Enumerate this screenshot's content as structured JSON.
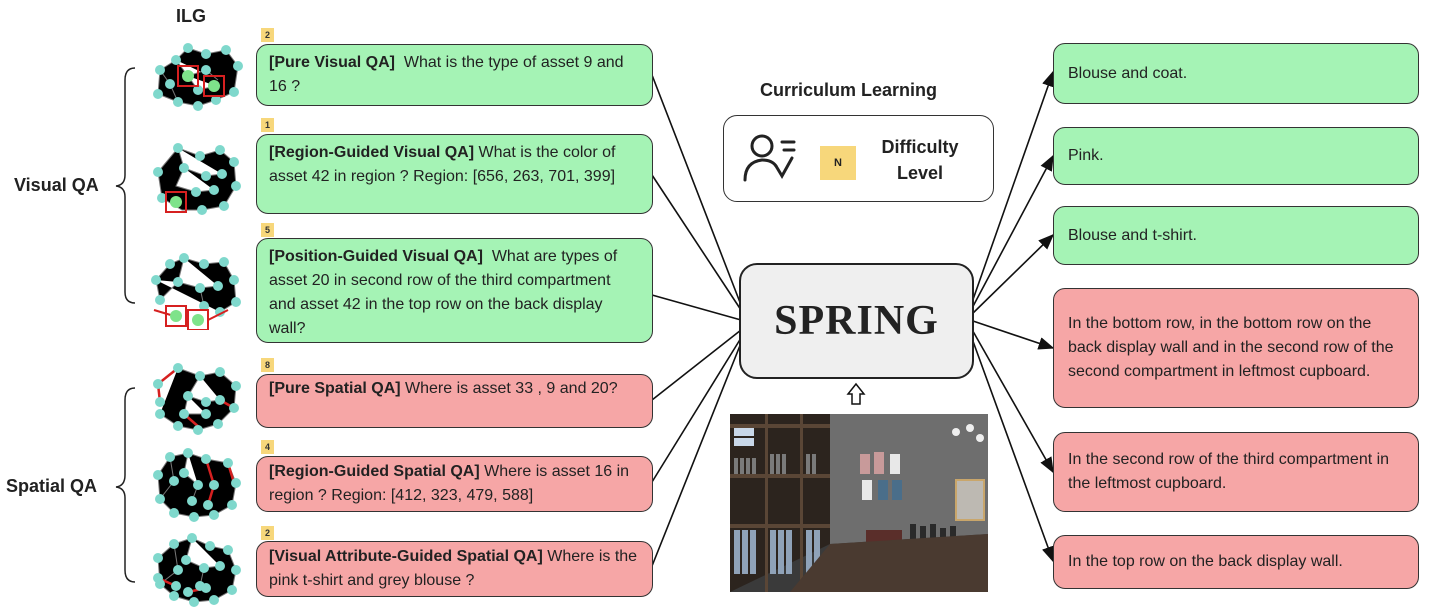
{
  "ilg_label": "ILG",
  "group_labels": {
    "visual": "Visual QA",
    "spatial": "Spatial QA"
  },
  "questions": [
    {
      "badge": "2",
      "tag": "[Pure Visual QA]",
      "text": "What is the type of asset 9 and 16 ?",
      "color": "#a5f3b5"
    },
    {
      "badge": "1",
      "tag": "[Region-Guided Visual QA]",
      "text": "What is the color of asset 42 in region ? Region: [656, 263, 701, 399]",
      "color": "#a5f3b5"
    },
    {
      "badge": "5",
      "tag": "[Position-Guided Visual QA]",
      "text": "What are types of asset 20 in second row of the third compartment and asset 42 in the top row on the back display wall?",
      "color": "#a5f3b5"
    },
    {
      "badge": "8",
      "tag": "[Pure Spatial QA]",
      "text": "Where is asset 33 , 9 and 20?",
      "color": "#f6a6a6"
    },
    {
      "badge": "4",
      "tag": "[Region-Guided Spatial QA]",
      "text": "Where is asset 16 in region ? Region: [412, 323, 479, 588]",
      "color": "#f6a6a6"
    },
    {
      "badge": "2",
      "tag": "[Visual Attribute-Guided Spatial QA]",
      "text": "Where is the pink t-shirt and grey blouse ?",
      "color": "#f6a6a6"
    }
  ],
  "curriculum": {
    "title": "Curriculum Learning",
    "badge": "N",
    "difficulty_label": "Difficulty Level"
  },
  "model_name": "SPRING",
  "answers": [
    {
      "text": "Blouse and coat.",
      "color": "#a5f3b5"
    },
    {
      "text": "Pink.",
      "color": "#a5f3b5"
    },
    {
      "text": "Blouse and t-shirt.",
      "color": "#a5f3b5"
    },
    {
      "text": "In the bottom row, in the bottom row on the back display wall and in the second row of the second compartment in leftmost cupboard.",
      "color": "#f6a6a6"
    },
    {
      "text": "In the second row of the third compartment in the leftmost cupboard.",
      "color": "#f6a6a6"
    },
    {
      "text": "In the top row on the back display wall.",
      "color": "#f6a6a6"
    }
  ],
  "colors": {
    "node": "#7fd8cc",
    "edge": "#7a7a7a",
    "highlight": "#d62020",
    "highlight_node": "#7ee38a"
  }
}
